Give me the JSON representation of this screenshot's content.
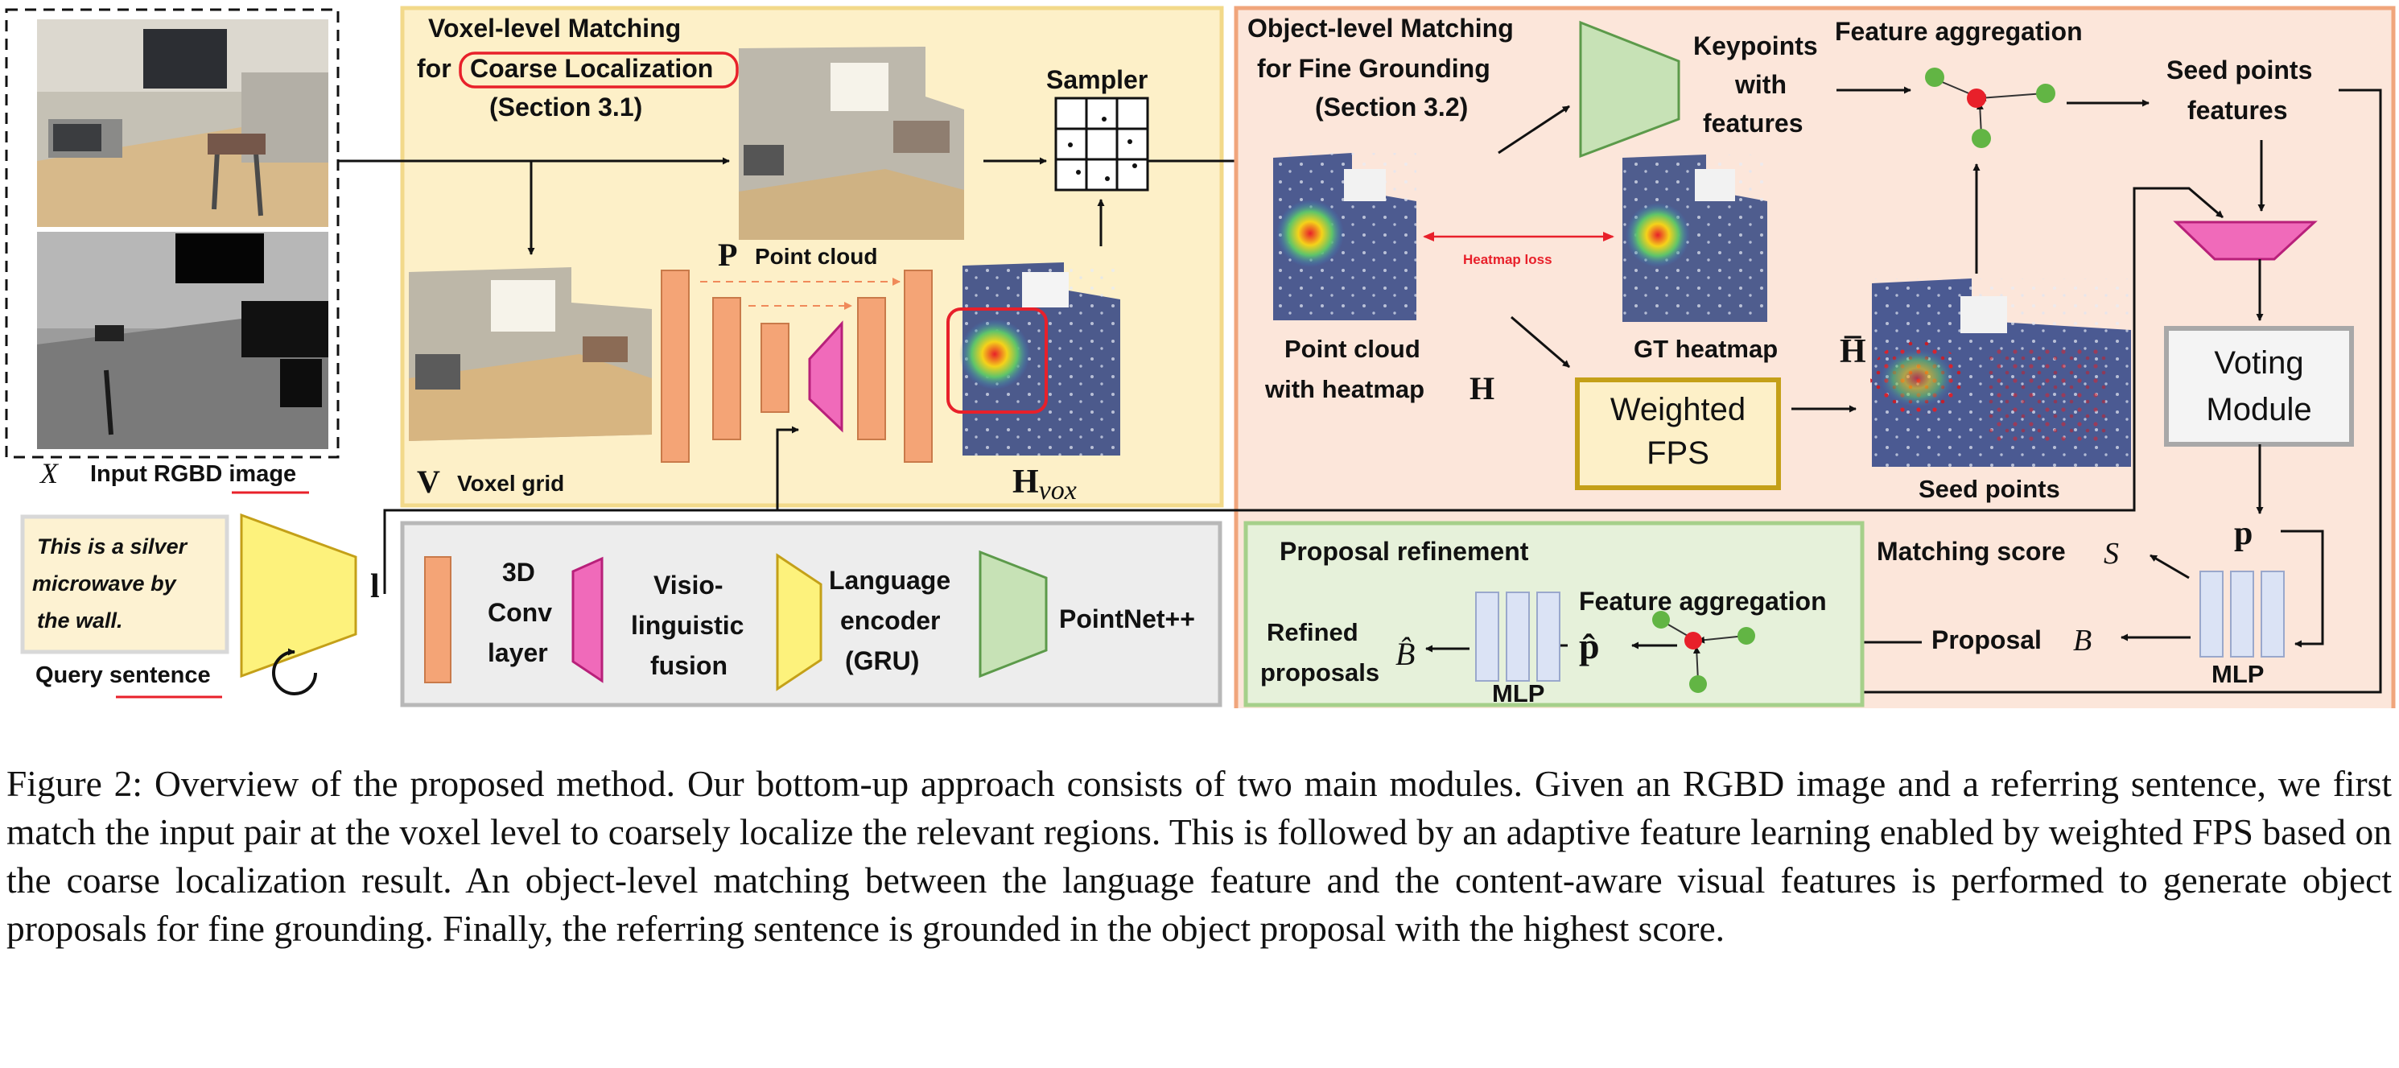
{
  "input": {
    "x_symbol": "X",
    "label": "Input RGBD image"
  },
  "query": {
    "text": "This is a silver microwave by the wall.",
    "label": "Query sentence",
    "lang_symbol": "l"
  },
  "voxel_section": {
    "title_line1": "Voxel-level Matching",
    "title_prefix": "for",
    "title_highlight": "Coarse Localization",
    "section": "(Section 3.1)",
    "point_cloud_symbol": "P",
    "point_cloud_label": "Point cloud",
    "voxel_symbol": "V",
    "voxel_label": "Voxel grid",
    "hvox_symbol": "H",
    "hvox_sub": "vox",
    "sampler_label": "Sampler"
  },
  "object_section": {
    "title_line1": "Object-level Matching",
    "title_line2": "for Fine Grounding",
    "section": "(Section 3.2)",
    "keypoints_line1": "Keypoints",
    "keypoints_line2": "with",
    "keypoints_line3": "features",
    "feature_aggregation": "Feature aggregation",
    "seed_features_line1": "Seed points",
    "seed_features_line2": "features",
    "heatmap_loss": "Heatmap loss",
    "pc_heatmap_line1": "Point cloud",
    "pc_heatmap_line2": "with heatmap",
    "h_symbol": "H",
    "gt_heatmap": "GT heatmap",
    "gt_symbol": "H̅",
    "weighted_fps_line1": "Weighted",
    "weighted_fps_line2": "FPS",
    "seed_points": "Seed points",
    "voting_line1": "Voting",
    "voting_line2": "Module",
    "p_symbol": "p",
    "matching_score": "Matching score",
    "s_symbol": "S",
    "proposal": "Proposal",
    "b_symbol": "B",
    "mlp": "MLP"
  },
  "refinement": {
    "title": "Proposal refinement",
    "feature_aggregation": "Feature aggregation",
    "refined_line1": "Refined",
    "refined_line2": "proposals",
    "b_hat": "B̂",
    "p_hat": "p̂",
    "mlp": "MLP"
  },
  "legend": {
    "conv_line1": "3D",
    "conv_line2": "Conv",
    "conv_line3": "layer",
    "fusion_line1": "Visio-",
    "fusion_line2": "linguistic",
    "fusion_line3": "fusion",
    "lang_line1": "Language",
    "lang_line2": "encoder",
    "lang_line3": "(GRU)",
    "pointnet": "PointNet++"
  },
  "caption": "Figure 2: Overview of the proposed method. Our bottom-up approach consists of two main modules. Given an RGBD image and a referring sentence, we first match the input pair at the voxel level to coarsely localize the relevant regions. This is followed by an adaptive feature learning enabled by weighted FPS based on the coarse localization result. An object-level matching between the language feature and the content-aware visual features is performed to generate object proposals for fine grounding. Finally, the referring sentence is grounded in the object proposal with the highest score.",
  "colors": {
    "voxel_panel": "#fdf0c8",
    "voxel_border": "#f2d98a",
    "object_panel": "#fce6da",
    "object_border": "#f0a57c",
    "legend_panel": "#ededed",
    "refine_panel": "#e6f1da",
    "refine_border": "#a6d08a",
    "conv": "#f4a476",
    "fusion": "#f06aba",
    "lang": "#fdf27c",
    "pointnet": "#c7e2b6",
    "fps_border": "#c4a018",
    "highlight_red": "#e8202a"
  }
}
